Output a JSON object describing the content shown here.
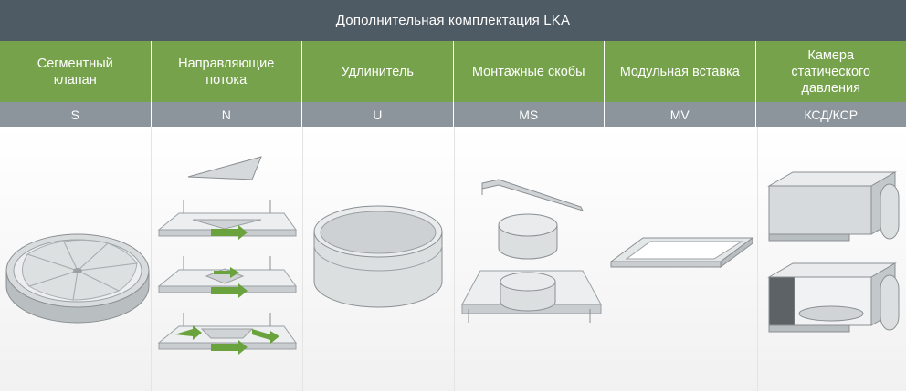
{
  "header": {
    "title": "Дополнительная комплектация LKA"
  },
  "columns": [
    {
      "name": "Сегментный\nклапан",
      "code": "S"
    },
    {
      "name": "Направляющие\nпотока",
      "code": "N"
    },
    {
      "name": "Удлинитель",
      "code": "U"
    },
    {
      "name": "Монтажные скобы",
      "code": "MS"
    },
    {
      "name": "Модульная вставка",
      "code": "MV"
    },
    {
      "name": "Камера\nстатического\nдавления",
      "code": "КСД/КСР"
    }
  ],
  "colors": {
    "title_bg": "#4f5b64",
    "names_bg": "#76a24c",
    "codes_bg": "#8b959b",
    "arrow_green": "#6aa33e"
  }
}
